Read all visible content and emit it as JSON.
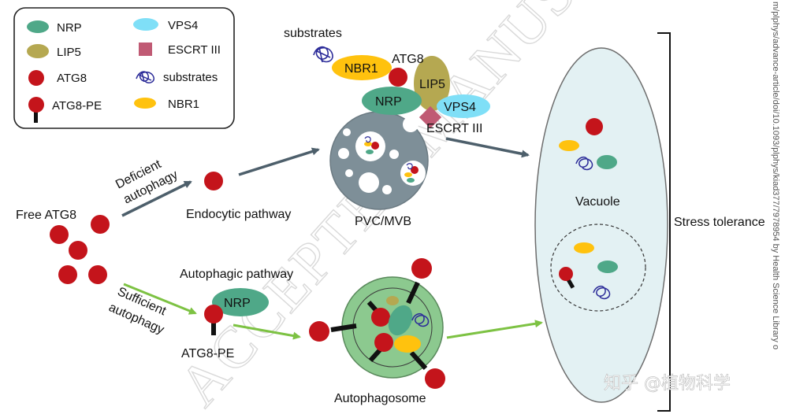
{
  "legend": {
    "items": [
      {
        "key": "nrp",
        "label": "NRP",
        "color": "#4fa888"
      },
      {
        "key": "lip5",
        "label": "LIP5",
        "color": "#b5a851"
      },
      {
        "key": "atg8",
        "label": "ATG8",
        "color": "#c4141b"
      },
      {
        "key": "atg8pe",
        "label": "ATG8-PE",
        "color": "#c4141b"
      },
      {
        "key": "vps4",
        "label": "VPS4",
        "color": "#7fdff7"
      },
      {
        "key": "escrt",
        "label": "ESCRT III",
        "color": "#c05a74"
      },
      {
        "key": "substrates",
        "label": "substrates",
        "color": "#2c2c99"
      },
      {
        "key": "nbr1",
        "label": "NBR1",
        "color": "#ffc20e"
      }
    ]
  },
  "labels": {
    "free_atg8": "Free ATG8",
    "deficient_line1": "Deficient",
    "deficient_line2": "autophagy",
    "sufficient_line1": "Sufficient",
    "sufficient_line2": "autophagy",
    "endocytic_pathway": "Endocytic pathway",
    "autophagic_pathway": "Autophagic pathway",
    "atg8pe": "ATG8-PE",
    "pvc_mvb": "PVC/MVB",
    "autophagosome": "Autophagosome",
    "vacuole": "Vacuole",
    "stress_tolerance": "Stress tolerance",
    "complex_substrates": "substrates",
    "complex_atg8": "ATG8",
    "complex_nbr1": "NBR1",
    "complex_lip5": "LIP5",
    "complex_nrp": "NRP",
    "complex_vps4": "VPS4",
    "complex_escrt": "ESCRT III",
    "nrp_autophagic": "NRP"
  },
  "watermark": {
    "diagonal": "ACCEPTED MANUSCRIPT",
    "side": "m/plphys/advance-article/doi/10.1093/plphys/kiad377/7978954 by Health Science Library o",
    "corner": "知乎 @植物科学"
  },
  "colors": {
    "arrow_gray": "#4d5f6b",
    "arrow_green": "#7dc243",
    "pvc_fill": "#7e8f98",
    "vacuole_fill": "#e3f1f3",
    "autophagosome_fill": "#8cc98f"
  }
}
